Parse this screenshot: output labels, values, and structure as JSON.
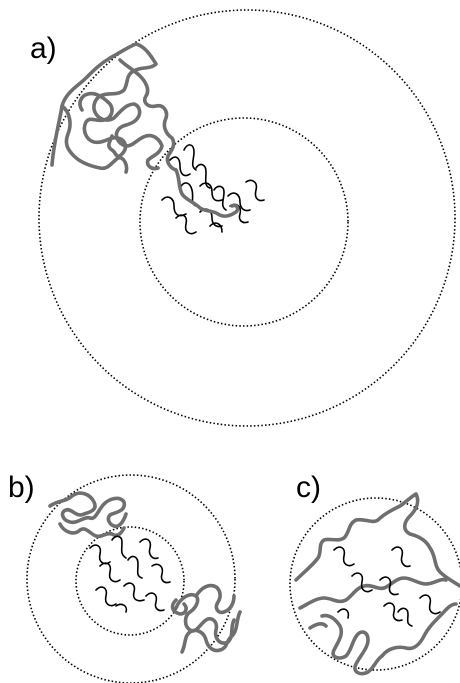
{
  "panels": {
    "a": {
      "label": "a)"
    },
    "b": {
      "label": "b)"
    },
    "c": {
      "label": "c)"
    }
  },
  "colors": {
    "background": "#ffffff",
    "dotted_boundary": "#000000",
    "long_chain": "#6f6f6f",
    "short_chain": "#000000"
  }
}
